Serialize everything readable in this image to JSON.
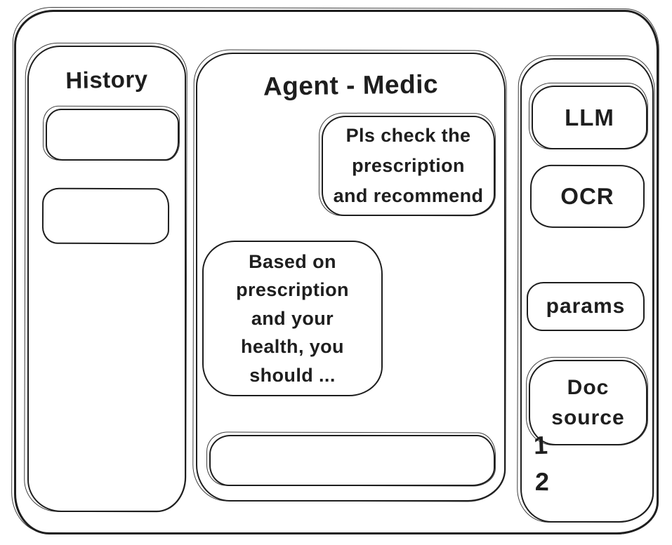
{
  "window": {
    "background": "#ffffff",
    "ink_color": "#1e1e1e"
  },
  "history_panel": {
    "title": "History",
    "items": [
      {
        "label": ""
      },
      {
        "label": ""
      }
    ]
  },
  "chat_panel": {
    "title": "Agent - Medic",
    "messages": [
      {
        "role": "user",
        "text": "Pls check the\nprescription\nand recommend"
      },
      {
        "role": "assistant",
        "text": "Based on\nprescription\nand your\nhealth, you\nshould ..."
      }
    ],
    "input": {
      "value": "",
      "placeholder": ""
    }
  },
  "tools_panel": {
    "buttons": [
      {
        "label": "LLM"
      },
      {
        "label": "OCR"
      },
      {
        "label": "params"
      },
      {
        "label": "Doc source"
      }
    ],
    "source_list": [
      "1",
      "2"
    ]
  }
}
